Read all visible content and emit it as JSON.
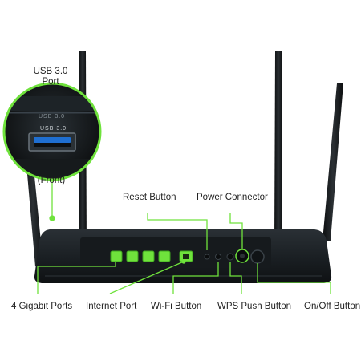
{
  "diagram": {
    "labels": {
      "usb_port": "USB 3.0\nPort",
      "front": "(Front)",
      "reset_button": "Reset Button",
      "power_connector": "Power Connector",
      "gigabit_ports": "4 Gigabit Ports",
      "internet_port": "Internet Port",
      "wifi_button": "Wi-Fi Button",
      "wps_button": "WPS Push Button",
      "onoff_button": "On/Off Button"
    },
    "callout_text": [
      "USB 3.0",
      "USB 3.0"
    ],
    "colors": {
      "accent_green": "#6fe23c",
      "router_body": "#1b2024",
      "antenna": "#141719",
      "callout_bg": "#0f1214",
      "text": "#222222"
    },
    "icons": [
      "usb-port-icon",
      "ethernet-port-icon",
      "power-jack-icon"
    ]
  }
}
